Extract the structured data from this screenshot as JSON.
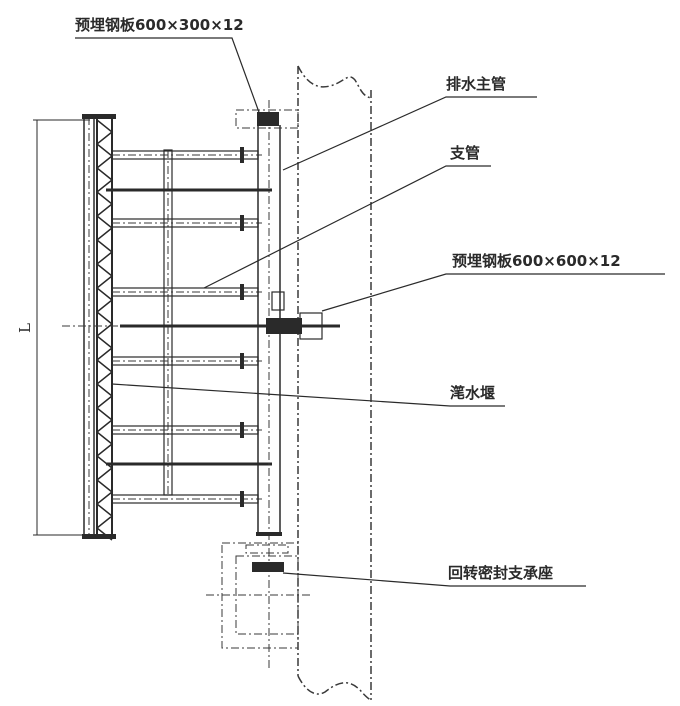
{
  "diagram": {
    "title": "",
    "dimension_label": "L",
    "callouts": [
      {
        "id": "embedded-plate-top",
        "text": "预埋钢板600×300×12"
      },
      {
        "id": "main-drain-pipe",
        "text": "排水主管"
      },
      {
        "id": "branch-pipe",
        "text": "支管"
      },
      {
        "id": "embedded-plate-mid",
        "text": "预埋钢板600×600×12"
      },
      {
        "id": "overflow-weir",
        "text": "滗水堰"
      },
      {
        "id": "rotary-seal-bearing",
        "text": "回转密封支承座"
      }
    ],
    "colors": {
      "line": "#2a2a2a",
      "background": "#ffffff"
    }
  }
}
